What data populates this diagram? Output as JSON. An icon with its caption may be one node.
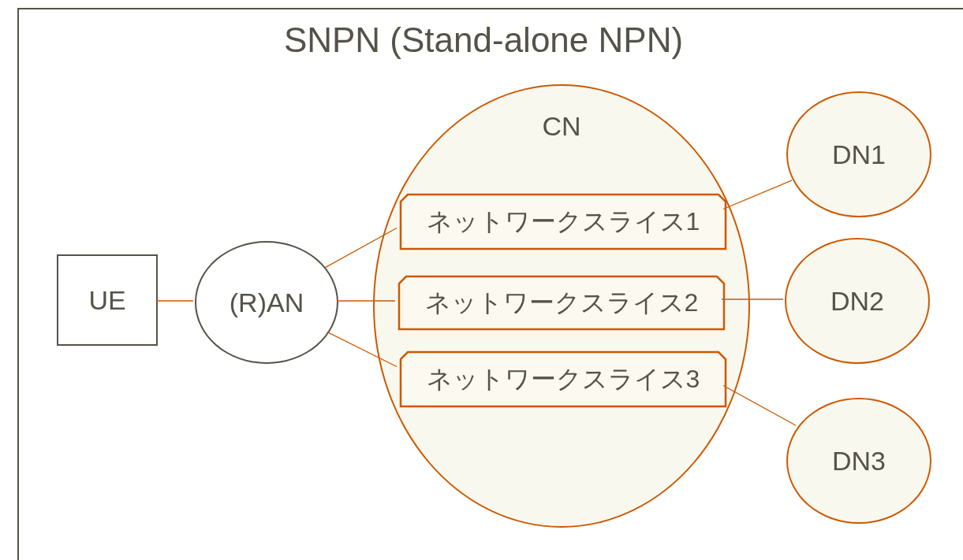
{
  "diagram": {
    "nodes": [
      {
        "text": [
          "SNPN (Stand-alone NPN)"
        ]
      },
      {
        "text": [
          "UE"
        ],
        "in": 0
      },
      {
        "text": [
          "(R)AN"
        ],
        "in": 0
      },
      {
        "text": [
          "CN"
        ],
        "in": 0
      },
      {
        "text": [
          "ネットワークスライス1"
        ],
        "in": 3
      },
      {
        "text": [
          "ネットワークスライス2"
        ],
        "in": 3
      },
      {
        "text": [
          "ネットワークスライス3"
        ],
        "in": 3
      },
      {
        "text": [
          "DN1"
        ],
        "in": 0
      },
      {
        "text": [
          "DN2"
        ],
        "in": 0
      },
      {
        "text": [
          "DN3"
        ],
        "in": 0
      }
    ],
    "edges": [
      {
        "from": 1,
        "to": 2,
        "arrow": "none"
      },
      {
        "from": 2,
        "to": 4,
        "arrow": "none"
      },
      {
        "from": 2,
        "to": 5,
        "arrow": "none"
      },
      {
        "from": 2,
        "to": 6,
        "arrow": "none"
      },
      {
        "from": 4,
        "to": 7,
        "arrow": "none"
      },
      {
        "from": 5,
        "to": 8,
        "arrow": "none"
      },
      {
        "from": 6,
        "to": 9,
        "arrow": "none"
      }
    ]
  }
}
